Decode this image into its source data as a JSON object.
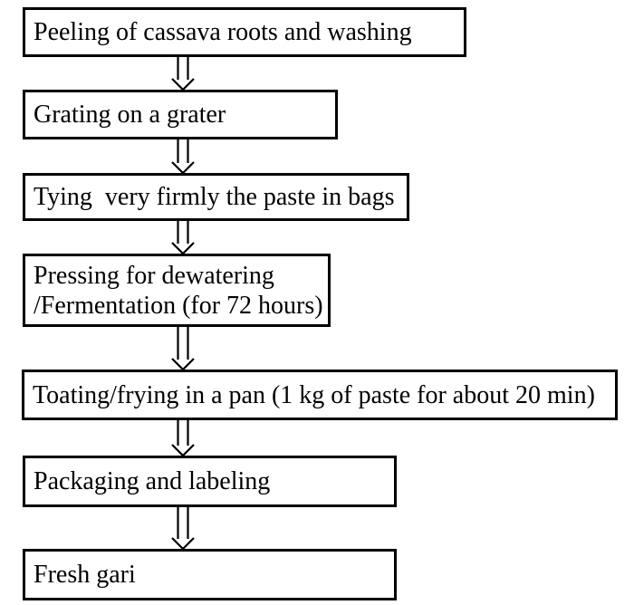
{
  "flowchart": {
    "description": "Gari production process flow diagram",
    "colors": {
      "border": "#000000",
      "text": "#000000",
      "background": "#ffffff"
    },
    "arrow_icon": "double-down-arrow",
    "steps": [
      {
        "id": "peeling",
        "label": "Peeling of cassava roots and washing"
      },
      {
        "id": "grating",
        "label": "Grating on a grater"
      },
      {
        "id": "tying",
        "label": "Tying  very firmly the paste in bags"
      },
      {
        "id": "pressing",
        "label": "Pressing for dewatering\n/Fermentation (for 72 hours)"
      },
      {
        "id": "toasting",
        "label": "Toating/frying in a pan (1 kg of paste for about 20 min)"
      },
      {
        "id": "packaging",
        "label": "Packaging and labeling"
      },
      {
        "id": "fresh-gari",
        "label": "Fresh gari"
      }
    ]
  }
}
